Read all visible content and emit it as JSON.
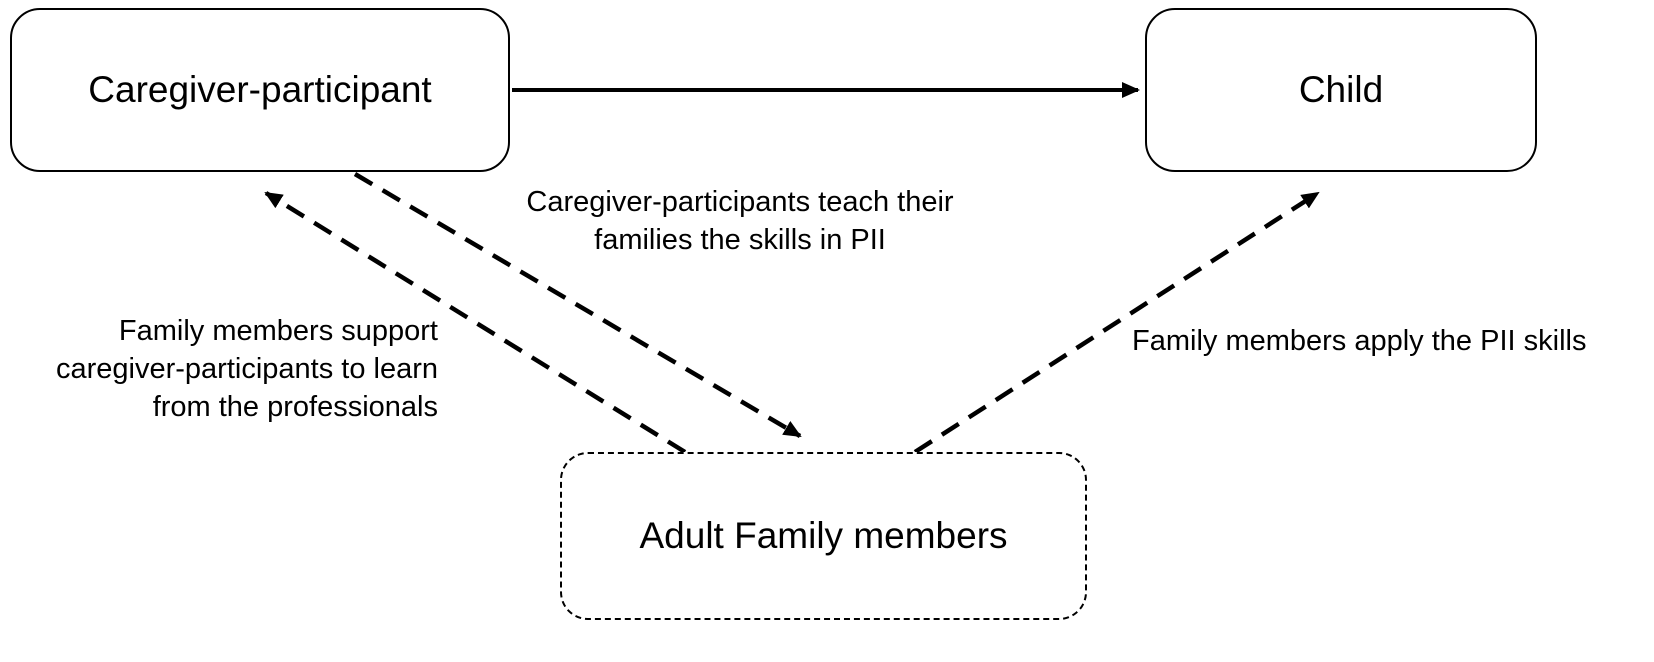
{
  "nodes": {
    "caregiver": "Caregiver-participant",
    "child": "Child",
    "family": "Adult Family members"
  },
  "edges": {
    "teach": "Caregiver-participants teach their families the skills in PII",
    "support": "Family members support caregiver-participants to learn from the professionals",
    "apply": "Family members apply the PII skills"
  },
  "colors": {
    "stroke": "#000000",
    "background": "#ffffff"
  }
}
